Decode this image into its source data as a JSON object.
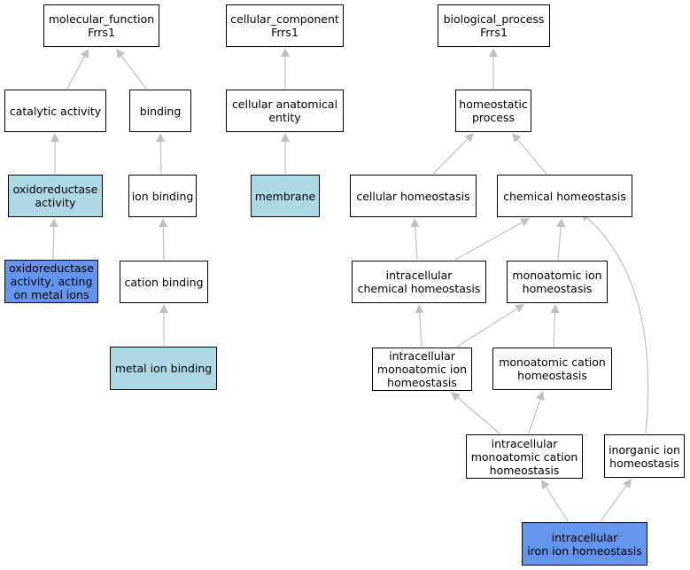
{
  "diagram": {
    "colors": {
      "edge": "#c0c0c0",
      "border": "#000000",
      "node_default": "#ffffff",
      "node_highlight_light": "#add8e6",
      "node_highlight_dark": "#6495ed"
    },
    "nodes": {
      "molecular_function": {
        "line1": "molecular_function",
        "line2": "Frrs1"
      },
      "cellular_component": {
        "line1": "cellular_component",
        "line2": "Frrs1"
      },
      "biological_process": {
        "line1": "biological_process",
        "line2": "Frrs1"
      },
      "catalytic_activity": {
        "line1": "catalytic activity"
      },
      "binding": {
        "line1": "binding"
      },
      "cellular_anatomical_entity": {
        "line1": "cellular anatomical",
        "line2": "entity"
      },
      "homeostatic_process": {
        "line1": "homeostatic",
        "line2": "process"
      },
      "oxidoreductase_activity": {
        "line1": "oxidoreductase",
        "line2": "activity"
      },
      "ion_binding": {
        "line1": "ion binding"
      },
      "membrane": {
        "line1": "membrane"
      },
      "cellular_homeostasis": {
        "line1": "cellular homeostasis"
      },
      "chemical_homeostasis": {
        "line1": "chemical homeostasis"
      },
      "oxidoreductase_metal": {
        "line1": "oxidoreductase",
        "line2": "activity, acting",
        "line3": "on metal ions"
      },
      "cation_binding": {
        "line1": "cation binding"
      },
      "intracellular_chemical_homeostasis": {
        "line1": "intracellular",
        "line2": "chemical homeostasis"
      },
      "monoatomic_ion_homeostasis": {
        "line1": "monoatomic ion",
        "line2": "homeostasis"
      },
      "metal_ion_binding": {
        "line1": "metal ion binding"
      },
      "intracellular_monoatomic_ion_homeostasis": {
        "line1": "intracellular",
        "line2": "monoatomic ion",
        "line3": "homeostasis"
      },
      "monoatomic_cation_homeostasis": {
        "line1": "monoatomic cation",
        "line2": "homeostasis"
      },
      "intracellular_monoatomic_cation_homeostasis": {
        "line1": "intracellular",
        "line2": "monoatomic cation",
        "line3": "homeostasis"
      },
      "inorganic_ion_homeostasis": {
        "line1": "inorganic ion",
        "line2": "homeostasis"
      },
      "intracellular_iron_ion_homeostasis": {
        "line1": "intracellular",
        "line2": "iron ion homeostasis"
      }
    }
  }
}
